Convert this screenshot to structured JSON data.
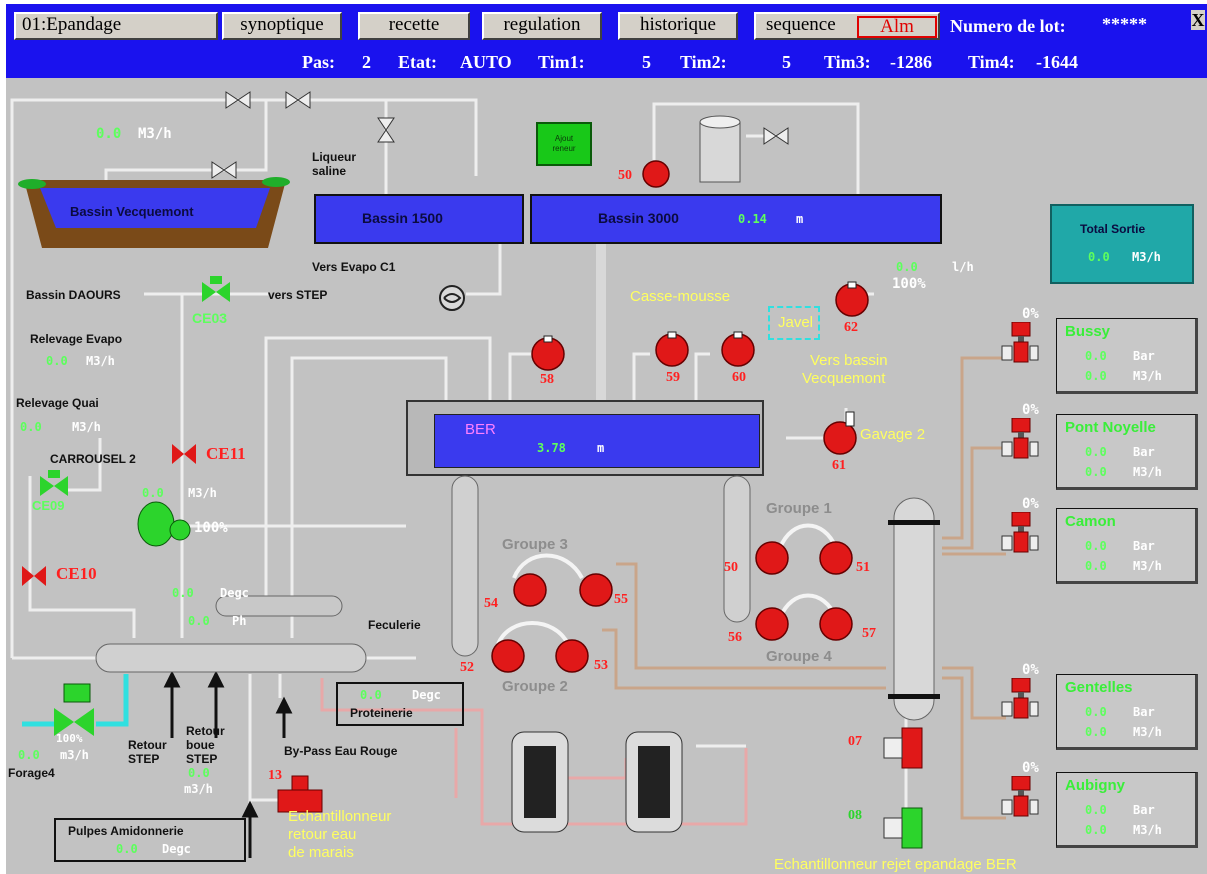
{
  "header": {
    "program_button": "01:Epandage",
    "nav_buttons": [
      "synoptique",
      "recette",
      "regulation",
      "historique",
      "sequence"
    ],
    "alarm_button": "Alm",
    "lot_label": "Numero de lot:",
    "lot_value": "*****",
    "close": "X"
  },
  "status": {
    "pas_label": "Pas:",
    "pas_value": "2",
    "etat_label": "Etat:",
    "etat_value": "AUTO",
    "tim1_label": "Tim1:",
    "tim1_value": "5",
    "tim2_label": "Tim2:",
    "tim2_value": "5",
    "tim3_label": "Tim3:",
    "tim3_value": "-1286",
    "tim4_label": "Tim4:",
    "tim4_value": "-1644"
  },
  "basins": {
    "vecquemont": {
      "label": "Bassin Vecquemont",
      "flow": "0.0",
      "unit": "M3/h"
    },
    "b1500": {
      "label": "Bassin 1500"
    },
    "b3000": {
      "label": "Bassin 3000",
      "level": "0.14",
      "unit": "m"
    },
    "ber": {
      "label": "BER",
      "level": "3.78",
      "unit": "m"
    }
  },
  "left_labels": {
    "liqueur": "Liqueur",
    "saline": "saline",
    "vers_evapo": "Vers Evapo C1",
    "daours": "Bassin DAOURS",
    "vers_step": "vers STEP",
    "ce03": "CE03",
    "relevage_evapo": "Relevage Evapo",
    "relevage_evapo_value": "0.0",
    "relevage_quai": "Relevage Quai",
    "relevage_quai_value": "0.0",
    "flow_unit": "M3/h",
    "carrousel": "CARROUSEL 2",
    "ce09": "CE09",
    "ce11": "CE11",
    "ce11_flow": "0.0",
    "pump_pct": "100%",
    "ce10": "CE10",
    "temp_value": "0.0",
    "temp_unit": "Degc",
    "ph_value": "0.0",
    "ph_unit": "Ph",
    "feculerie": "Feculerie",
    "forage_pct": "100%",
    "forage_flow": "0.0",
    "forage_unit": "m3/h",
    "forage": "Forage4",
    "retour_step_1": "Retour",
    "retour_step_2": "STEP",
    "retour_boue_1": "Retour",
    "retour_boue_2": "boue",
    "retour_boue_3": "STEP",
    "retour_boue_value": "0.0",
    "retour_boue_unit": "m3/h",
    "bypass": "By-Pass Eau Rouge",
    "proteinerie_value": "0.0",
    "proteinerie_unit": "Degc",
    "proteinerie": "Proteinerie",
    "pulpes": "Pulpes Amidonnerie",
    "pulpes_value": "0.0",
    "pulpes_unit": "Degc",
    "p13": "13",
    "echant_1": "Echantillonneur",
    "echant_2": "retour eau",
    "echant_3": "de marais"
  },
  "center_labels": {
    "ajout": "Ajout",
    "ajout2": "reneur",
    "casse_mousse": "Casse-mousse",
    "javel": "Javel",
    "javel_flow": "0.0",
    "javel_unit": "l/h",
    "javel_pct": "100%",
    "vers_bassin_1": "Vers bassin",
    "vers_bassin_2": "Vecquemont",
    "gavage": "Gavage 2",
    "groupe1": "Groupe 1",
    "groupe2": "Groupe 2",
    "groupe3": "Groupe 3",
    "groupe4": "Groupe 4",
    "echant_rejet": "Echantillonneur rejet epandage BER",
    "p07": "07",
    "p08": "08"
  },
  "pumps": {
    "p50a": "50",
    "p58": "58",
    "p59": "59",
    "p60": "60",
    "p61": "61",
    "p62": "62",
    "p50": "50",
    "p51": "51",
    "p52": "52",
    "p53": "53",
    "p54": "54",
    "p55": "55",
    "p56": "56",
    "p57": "57"
  },
  "total_sortie": {
    "title": "Total Sortie",
    "value": "0.0",
    "unit": "M3/h"
  },
  "outlets": [
    {
      "name": "Bussy",
      "pct": "0%",
      "bar": "0.0",
      "flow": "0.0"
    },
    {
      "name": "Pont Noyelle",
      "pct": "0%",
      "bar": "0.0",
      "flow": "0.0"
    },
    {
      "name": "Camon",
      "pct": "0%",
      "bar": "0.0",
      "flow": "0.0"
    },
    {
      "name": "Gentelles",
      "pct": "0%",
      "bar": "0.0",
      "flow": "0.0"
    },
    {
      "name": "Aubigny",
      "pct": "0%",
      "bar": "0.0",
      "flow": "0.0"
    }
  ],
  "units": {
    "bar": "Bar",
    "flow": "M3/h"
  },
  "colors": {
    "bg": "#c2c2c2",
    "header": "#1a12ee",
    "basin": "#3a3aee",
    "pump": "#e01818",
    "label_green": "#5dff5d",
    "label_yellow": "#ffff60",
    "total_panel": "#20a8a8"
  }
}
